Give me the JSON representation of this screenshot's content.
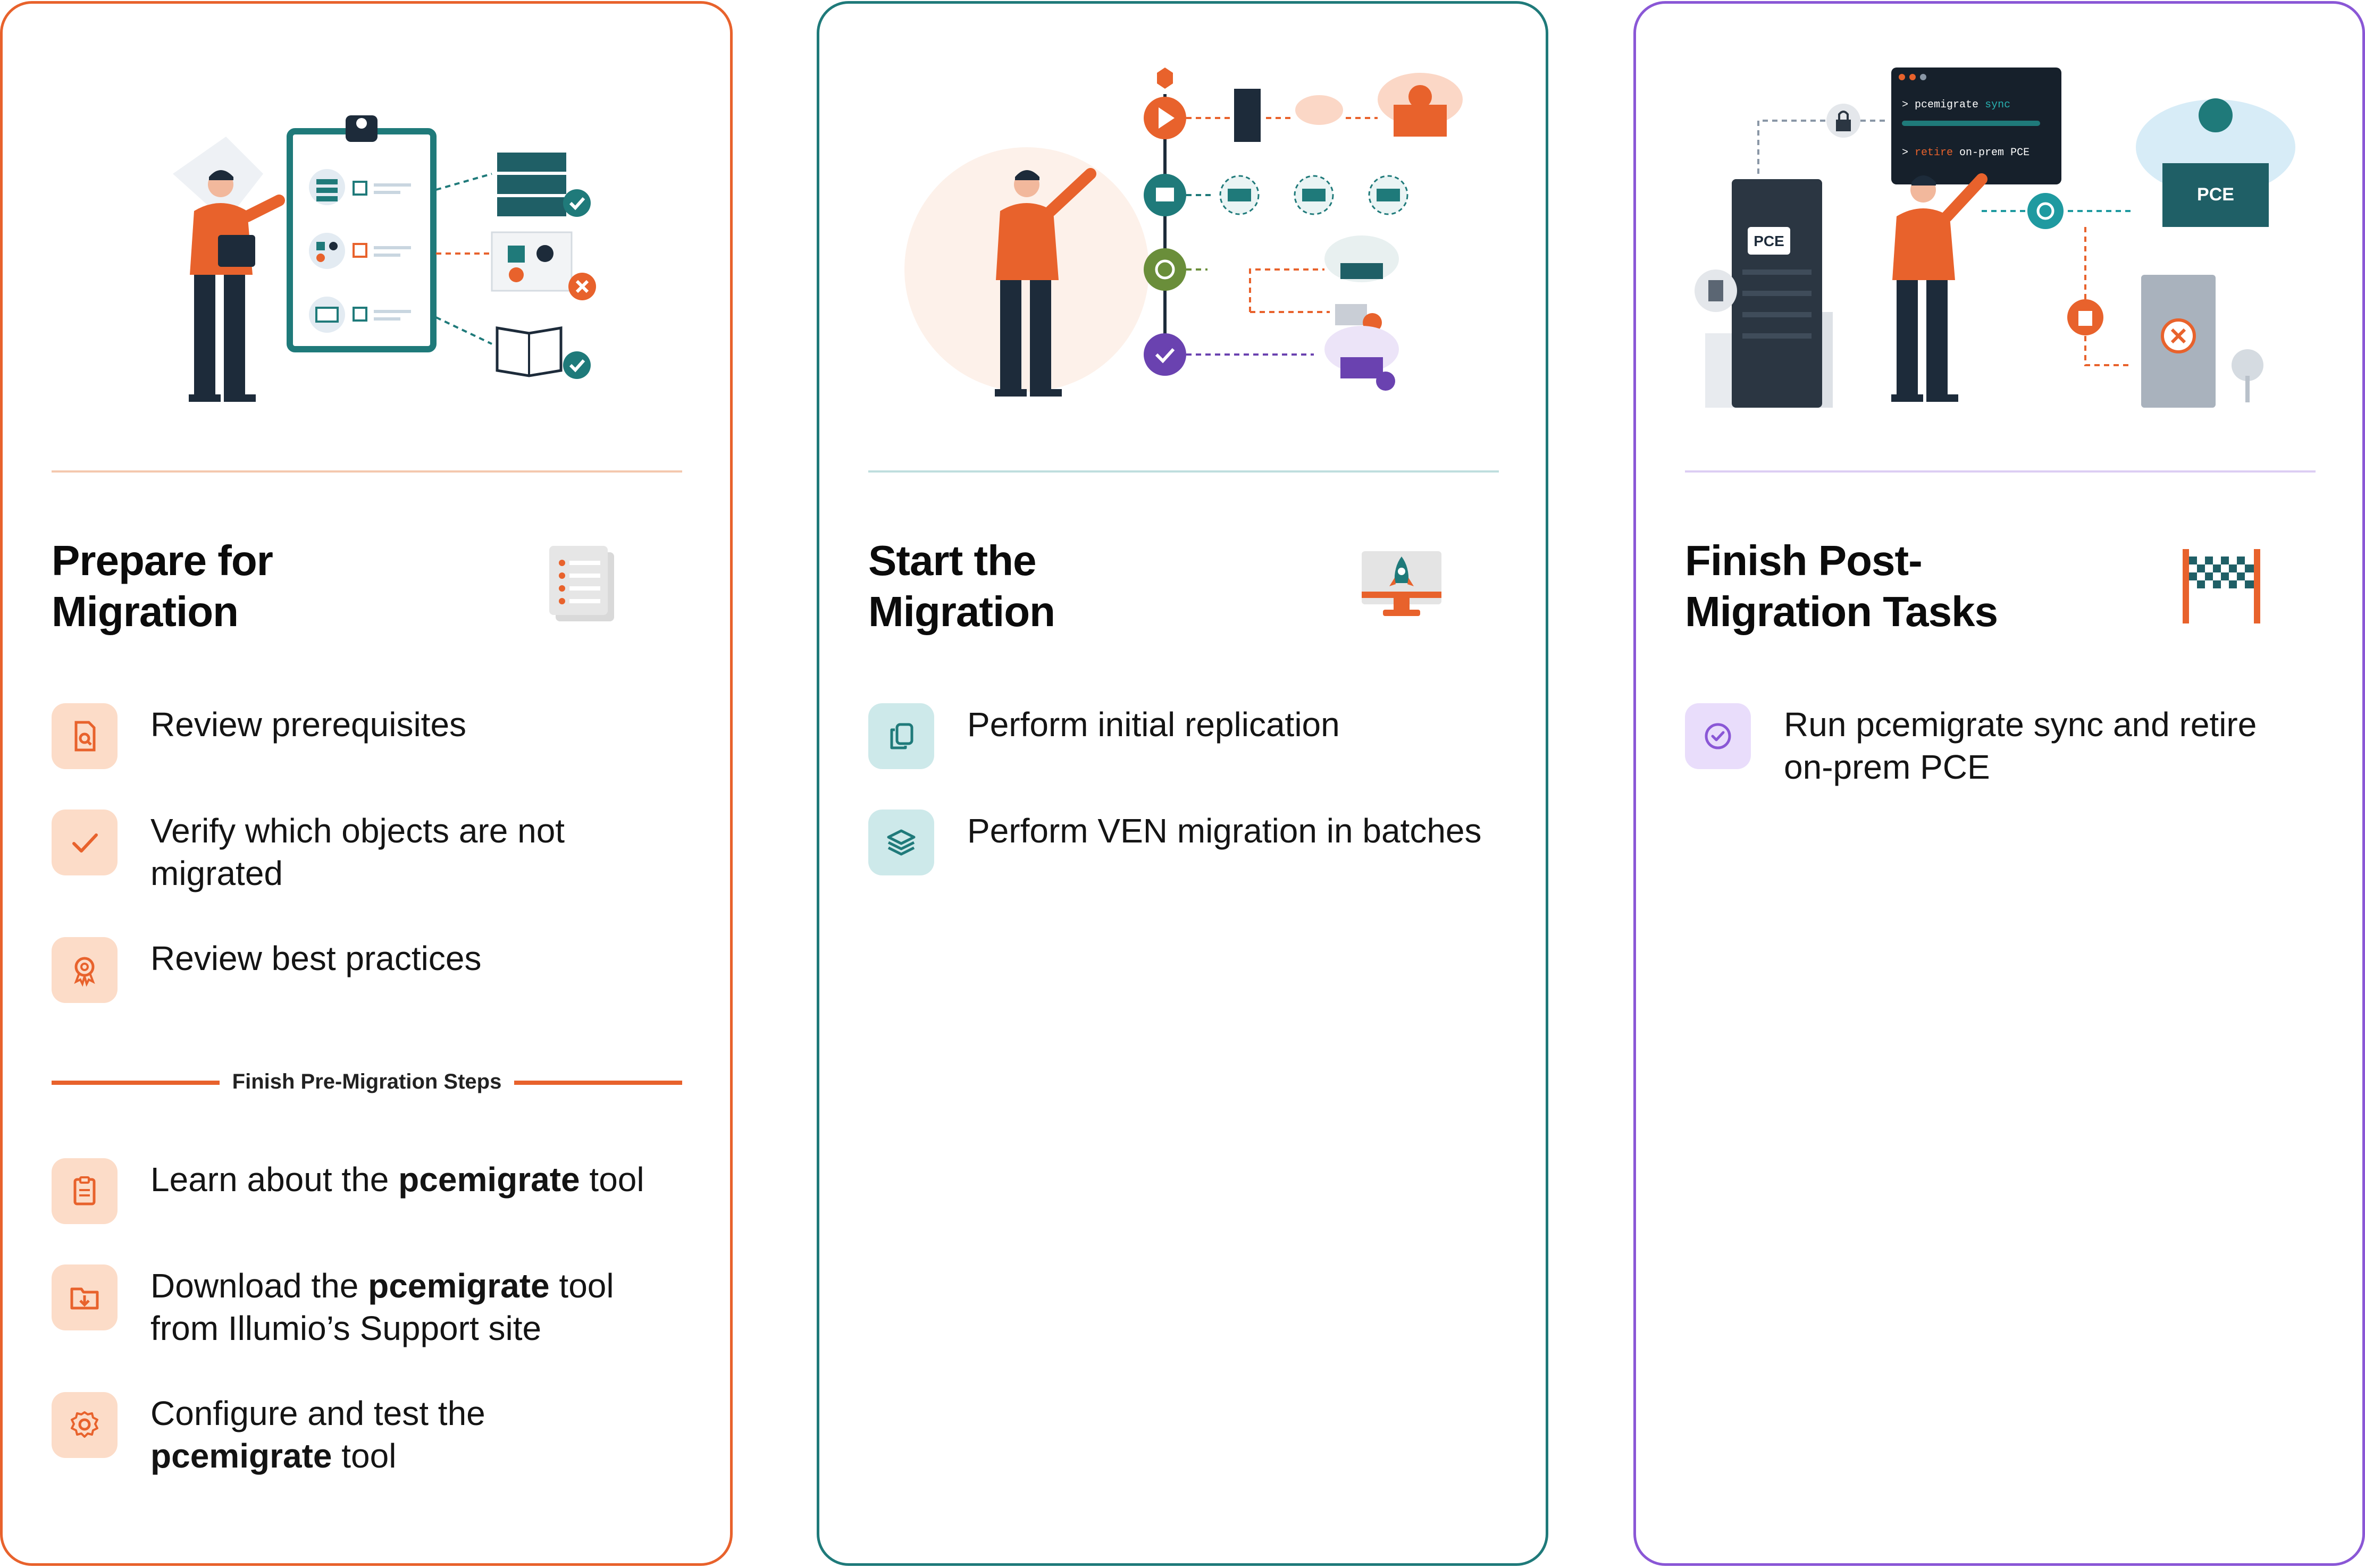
{
  "colors": {
    "orange": "#e8622c",
    "teal": "#1f7a7a",
    "purple": "#8a57d6",
    "dark": "#1d2b3a"
  },
  "cards": [
    {
      "title_line1": "Prepare for",
      "title_line2": "Migration",
      "icon": "checklist-icon",
      "steps": [
        {
          "text": "Review prerequisites",
          "icon": "document-search-icon"
        },
        {
          "text_line1": "Verify which objects are not",
          "text_line2": "migrated",
          "icon": "checkmark-icon"
        },
        {
          "text": "Review best practices",
          "icon": "award-badge-icon"
        }
      ],
      "separator_label": "Finish Pre-Migration Steps",
      "post_steps": [
        {
          "pre": "Learn about the ",
          "bold": "pcemigrate",
          "post": " tool",
          "icon": "clipboard-icon"
        },
        {
          "pre": "Download the ",
          "bold": "pcemigrate",
          "post": " tool",
          "line2": "from Illumio’s Support site",
          "icon": "folder-download-icon"
        },
        {
          "line1": "Configure and test the",
          "bold": "pcemigrate",
          "post": " tool",
          "icon": "gear-icon"
        }
      ]
    },
    {
      "title_line1": "Start the",
      "title_line2": "Migration",
      "icon": "rocket-monitor-icon",
      "steps": [
        {
          "text": "Perform initial replication",
          "icon": "copy-icon"
        },
        {
          "text": "Perform VEN migration in batches",
          "icon": "layers-icon"
        }
      ]
    },
    {
      "title_line1": "Finish Post-",
      "title_line2": "Migration Tasks",
      "icon": "finish-flag-icon",
      "steps": [
        {
          "text_line1": "Run pcemigrate sync and retire",
          "text_line2": "on-prem PCE",
          "icon": "check-circle-icon"
        }
      ],
      "illustration": {
        "terminal_cmd1": "pcemigrate",
        "terminal_cmd1_arg": "sync",
        "terminal_cmd2": "retire",
        "terminal_cmd2_arg": "on-prem PCE",
        "server_label": "PCE",
        "cloud_label": "PCE"
      }
    }
  ]
}
